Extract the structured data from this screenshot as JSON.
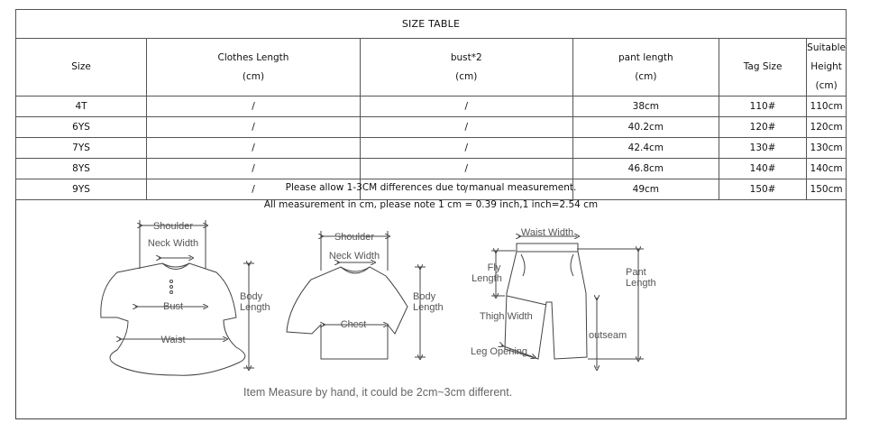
{
  "table": {
    "title": "SIZE TABLE",
    "headers": [
      {
        "line1": "Size",
        "line2": ""
      },
      {
        "line1": "Clothes Length",
        "line2": "(cm)"
      },
      {
        "line1": "bust*2",
        "line2": "(cm)"
      },
      {
        "line1": "pant length",
        "line2": "(cm)"
      },
      {
        "line1": "Tag Size",
        "line2": ""
      },
      {
        "line1": "Suitable Height",
        "line2": "(cm)"
      }
    ],
    "rows": [
      [
        "4T",
        "/",
        "/",
        "38cm",
        "110#",
        "110cm"
      ],
      [
        "6YS",
        "/",
        "/",
        "40.2cm",
        "120#",
        "120cm"
      ],
      [
        "7YS",
        "/",
        "/",
        "42.4cm",
        "130#",
        "130cm"
      ],
      [
        "8YS",
        "/",
        "/",
        "46.8cm",
        "140#",
        "140cm"
      ],
      [
        "9YS",
        "/",
        "/",
        "49cm",
        "150#",
        "150cm"
      ]
    ]
  },
  "notes": {
    "line1": "Please allow 1-3CM differences due to manual measurement.",
    "line2": "All measurement in cm, please note 1 cm = 0.39 inch,1 inch=2.54 cm",
    "bottom": "Item Measure by hand, it could be 2cm~3cm different."
  },
  "diagrams": {
    "dress": {
      "shoulder": "Shoulder",
      "neck": "Neck Width",
      "bust": "Bust",
      "waist": "Waist",
      "body1": "Body",
      "body2": "Length"
    },
    "shirt": {
      "shoulder": "Shoulder",
      "neck": "Neck Width",
      "chest": "Chest",
      "body1": "Body",
      "body2": "Length"
    },
    "pants": {
      "waist": "Waist Width",
      "fly1": "Fly",
      "fly2": "Length",
      "pant1": "Pant",
      "pant2": "Length",
      "thigh": "Thigh Width",
      "outseam": "outseam",
      "leg": "Leg Opening"
    }
  }
}
